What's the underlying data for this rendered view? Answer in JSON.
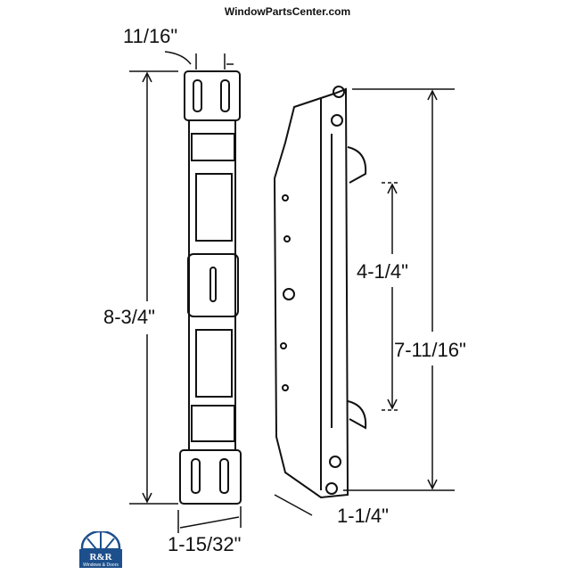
{
  "header": {
    "site": "WindowPartsCenter.com"
  },
  "dimensions": {
    "plate_width": "11/16\"",
    "plate_length": "8-3/4\"",
    "plate_base_width": "1-15/32\"",
    "lock_hole_spacing": "4-1/4\"",
    "lock_length": "7-11/16\"",
    "lock_depth": "1-1/4\""
  },
  "logo": {
    "title": "R&R",
    "subtitle": "Windows & Doors",
    "color": "#1d4f8c"
  }
}
